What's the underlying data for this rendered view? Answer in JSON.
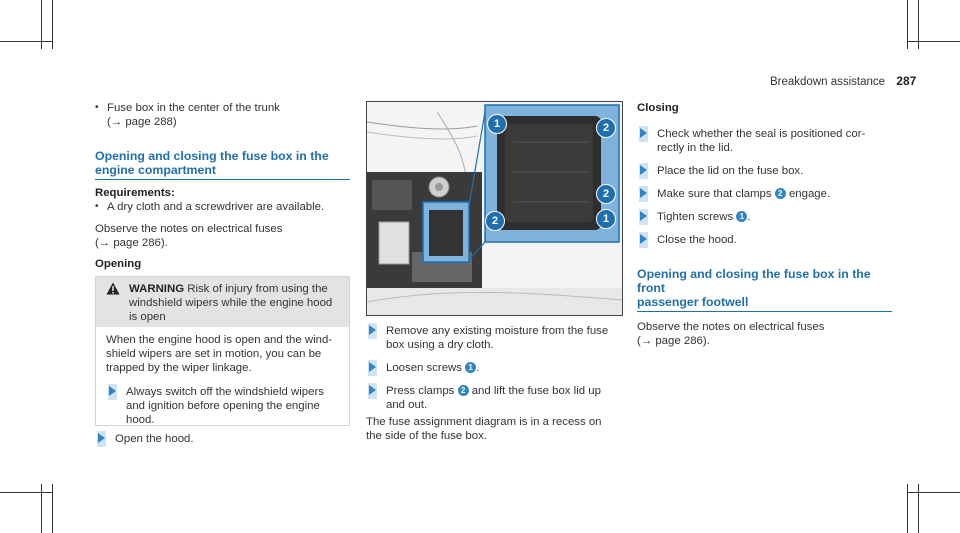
{
  "header": {
    "section": "Breakdown assistance",
    "page": "287"
  },
  "col1": {
    "top_bullet": "Fuse box in the center of the trunk",
    "top_bullet_ref": "(→ page 288)",
    "section_title_1": "Opening and closing the fuse box in the",
    "section_title_2": "engine compartment",
    "requirements_label": "Requirements:",
    "requirements_item": "A dry cloth and a screwdriver are available.",
    "observe_1": "Observe the notes on electrical fuses",
    "observe_2": "(→ page 286).",
    "opening_label": "Opening",
    "warning": {
      "icon": "warning-triangle-icon",
      "label": "WARNING",
      "head_1": "Risk of injury from using the",
      "head_2": "windshield wipers while the engine hood",
      "head_3": "is open",
      "body_1": "When the engine hood is open and the wind-",
      "body_2": "shield wipers are set in motion, you can be",
      "body_3": "trapped by the wiper linkage.",
      "step_1": "Always switch off the windshield wipers",
      "step_2": "and ignition before opening the engine",
      "step_3": "hood."
    },
    "open_step": "Open the hood."
  },
  "col2": {
    "figure_callouts": [
      "1",
      "2",
      "2",
      "1",
      "2"
    ],
    "step1_1": "Remove any existing moisture from the fuse",
    "step1_2": "box using a dry cloth.",
    "step2_pre": "Loosen screws",
    "step2_num": "1",
    "step2_post": ".",
    "step3_pre": "Press clamps",
    "step3_num": "2",
    "step3_post": "and lift the fuse box lid up",
    "step3_2": "and out.",
    "note_1": "The fuse assignment diagram is in a recess on",
    "note_2": "the side of the fuse box."
  },
  "col3": {
    "closing_label": "Closing",
    "c1_1": "Check whether the seal is positioned cor-",
    "c1_2": "rectly in the lid.",
    "c2": "Place the lid on the fuse box.",
    "c3_pre": "Make sure that clamps",
    "c3_num": "2",
    "c3_post": "engage.",
    "c4_pre": "Tighten screws",
    "c4_num": "1",
    "c4_post": ".",
    "c5": "Close the hood.",
    "section2_title_1": "Opening and closing the fuse box in the front",
    "section2_title_2": "passenger footwell",
    "obs_1": "Observe the notes on electrical fuses",
    "obs_2": "(→ page 286)."
  },
  "colors": {
    "accent": "#1f6fae",
    "arrow_bg": "#cfe3f3",
    "warning_bg": "#e3e3e3",
    "figure_highlight": "#7fb2dd"
  }
}
